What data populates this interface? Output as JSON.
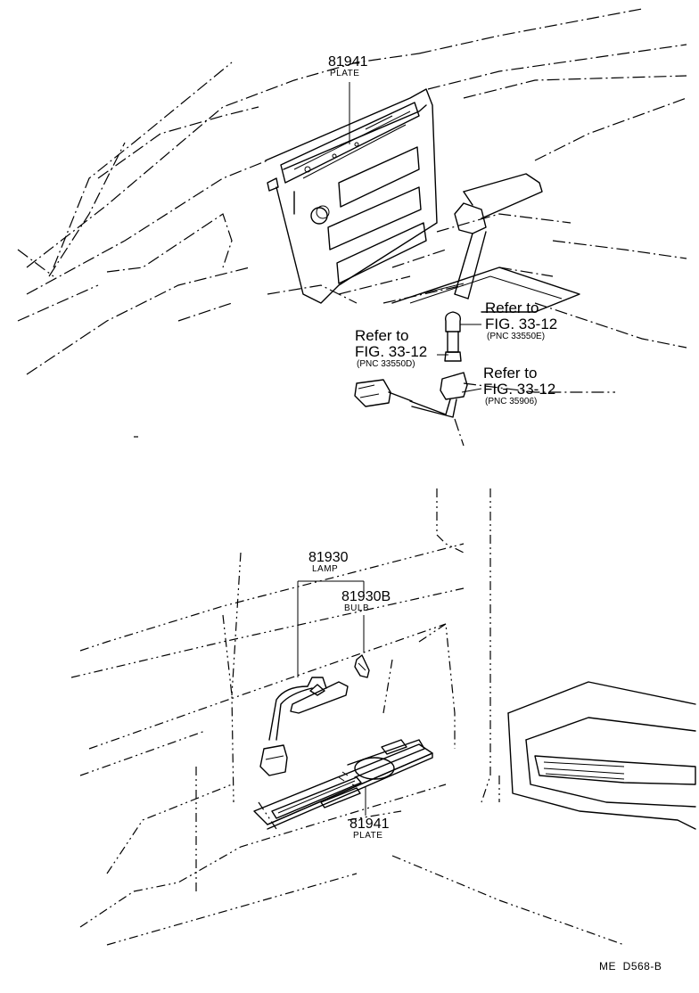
{
  "upper_view": {
    "plate_part_no": "81941",
    "plate_name": "PLATE",
    "refs": [
      {
        "title": "Refer to",
        "fig": "FIG. 33-12",
        "pnc": "(PNC 33550E)"
      },
      {
        "title": "Refer to",
        "fig": "FIG. 33-12",
        "pnc": "(PNC 33550D)"
      },
      {
        "title": "Refer to",
        "fig": "FIG. 33-12",
        "pnc": "(PNC 35906)"
      }
    ]
  },
  "lower_view": {
    "lamp_part_no": "81930",
    "lamp_name": "LAMP",
    "bulb_part_no": "81930B",
    "bulb_name": "BULB",
    "plate_part_no": "81941",
    "plate_name": "PLATE"
  },
  "drawing_code": "ME  D568-B"
}
